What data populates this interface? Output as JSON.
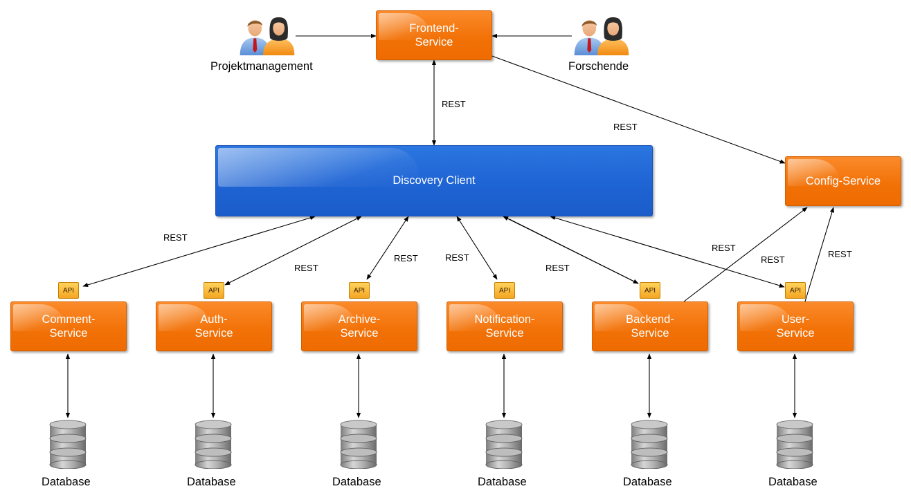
{
  "actors": {
    "left_label": "Projektmanagement",
    "right_label": "Forschende"
  },
  "icons": {
    "person": "person-pair-icon",
    "database": "database-icon",
    "api": "api-badge-icon"
  },
  "nodes": {
    "frontend": "Frontend-\nService",
    "discovery": "Discovery Client",
    "config": "Config-Service",
    "comment": "Comment-\nService",
    "auth": "Auth-\nService",
    "archive": "Archive-\nService",
    "notification": "Notification-\nService",
    "backend": "Backend-\nService",
    "user": "User-\nService"
  },
  "api_label": "API",
  "database_label": "Database",
  "edge_label": "REST",
  "colors": {
    "service_orange": "#f27208",
    "discovery_blue": "#1f64d4",
    "api_badge": "#f5a623",
    "line": "#000000"
  }
}
